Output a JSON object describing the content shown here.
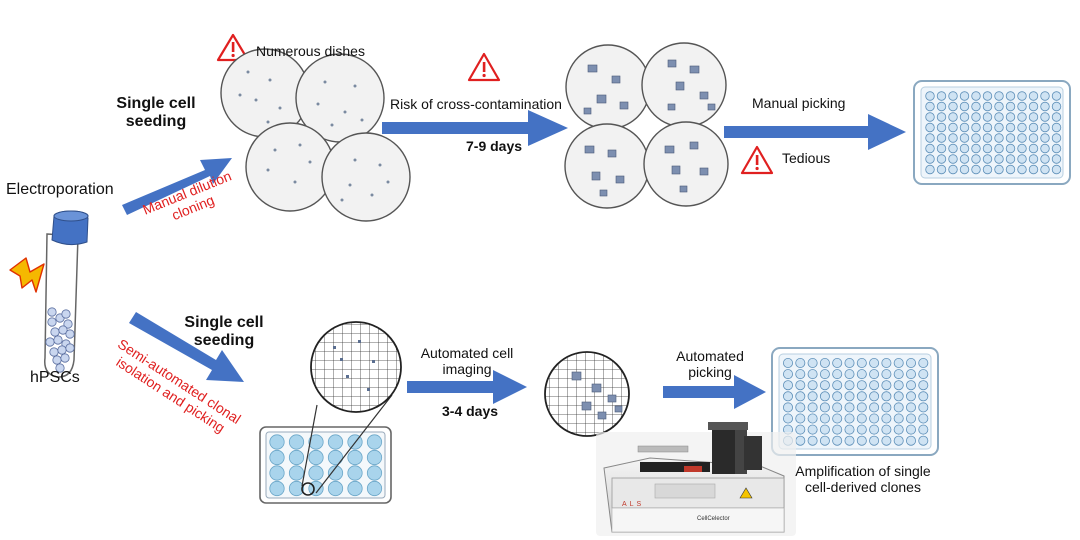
{
  "top_path": {
    "warning_label_dishes": "Numerous dishes",
    "seeding_label_line1": "Single cell",
    "seeding_label_line2": "seeding",
    "method_label_line1": "Manual dilution",
    "method_label_line2": "cloning",
    "risk_label": "Risk of cross-contamination",
    "duration_label": "7-9 days",
    "picking_label": "Manual picking",
    "tedious_label": "Tedious"
  },
  "left": {
    "electroporation_label": "Electroporation",
    "cells_label": "hPSCs"
  },
  "bottom_path": {
    "seeding_label_line1": "Single cell",
    "seeding_label_line2": "seeding",
    "method_label_line1": "Semi-automated clonal",
    "method_label_line2": "isolation and picking",
    "imaging_label_line1": "Automated cell",
    "imaging_label_line2": "imaging",
    "duration_label": "3-4 days",
    "picking_label_line1": "Automated",
    "picking_label_line2": "picking",
    "result_label_line1": "Amplification of single",
    "result_label_line2": "cell-derived clones",
    "instrument_brand": "ALS",
    "instrument_model": "CellCelector"
  },
  "colors": {
    "arrow": "#4472c4",
    "warning": "#e02020",
    "dish_fill": "#f2f2f2",
    "tube_cap": "#4472c4",
    "plate_well": "#cfe3f3"
  },
  "icons": [
    "warning-icon",
    "lightning-icon"
  ]
}
